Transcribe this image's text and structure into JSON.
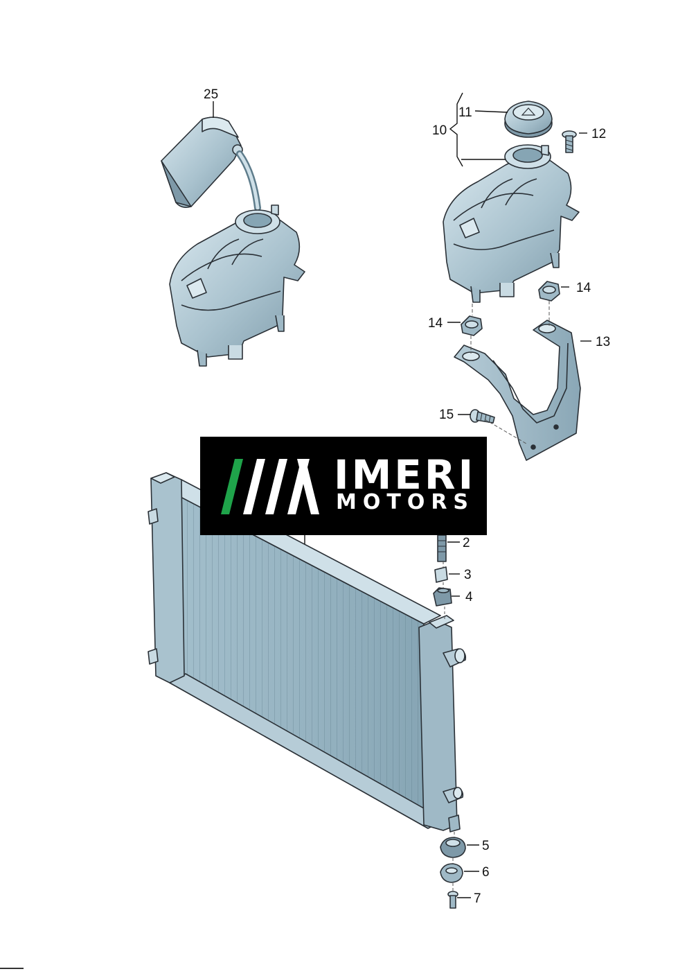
{
  "brand": {
    "name": "IMERI",
    "sub": "MOTORS",
    "accent_green": "#1fa34a",
    "bg": "#000000"
  },
  "colors": {
    "part_fill": "#9fb9c6",
    "part_light": "#cfe0e8",
    "part_dark": "#6f8c9a",
    "outline": "#2a3036"
  },
  "callouts": {
    "c25": "25",
    "c10": "10",
    "c11": "11",
    "c12": "12",
    "c14a": "14",
    "c14b": "14",
    "c13": "13",
    "c15": "15",
    "c2": "2",
    "c3": "3",
    "c4": "4",
    "c5": "5",
    "c6": "6",
    "c7": "7"
  }
}
